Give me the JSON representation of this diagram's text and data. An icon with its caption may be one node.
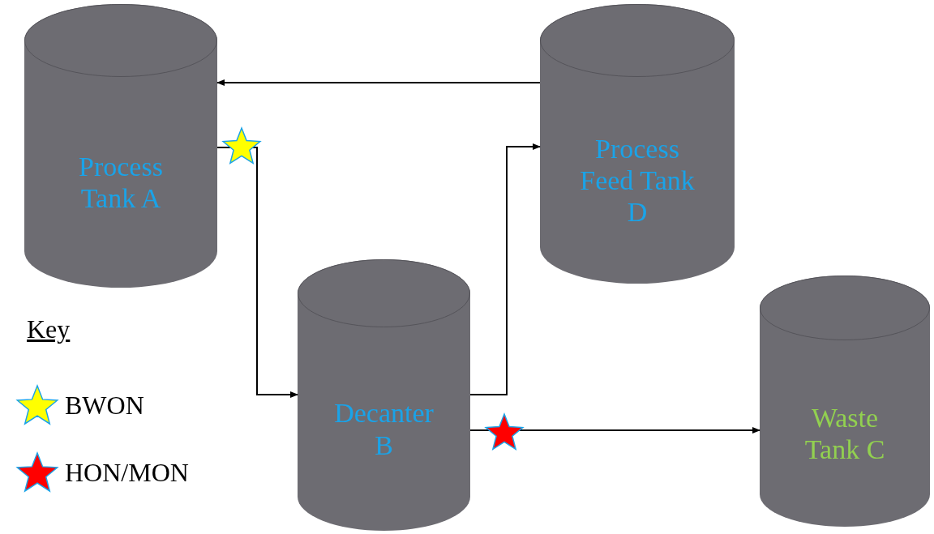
{
  "diagram": {
    "nodes": [
      {
        "text": [
          "Process Tank A"
        ]
      },
      {
        "text": [
          "Process Feed Tank D"
        ]
      },
      {
        "text": [
          "Decanter B"
        ]
      },
      {
        "text": [
          "Waste Tank C"
        ]
      }
    ],
    "edges": [
      {
        "from": 1,
        "to": 0,
        "arrow": "to"
      },
      {
        "from": 0,
        "to": 2,
        "arrow": "to"
      },
      {
        "from": 2,
        "to": 1,
        "arrow": "to"
      },
      {
        "from": 2,
        "to": 3,
        "arrow": "to"
      }
    ],
    "labels": [
      "Key"
    ],
    "legend": [
      {
        "text": "BWON"
      },
      {
        "text": "HON/MON"
      }
    ]
  }
}
